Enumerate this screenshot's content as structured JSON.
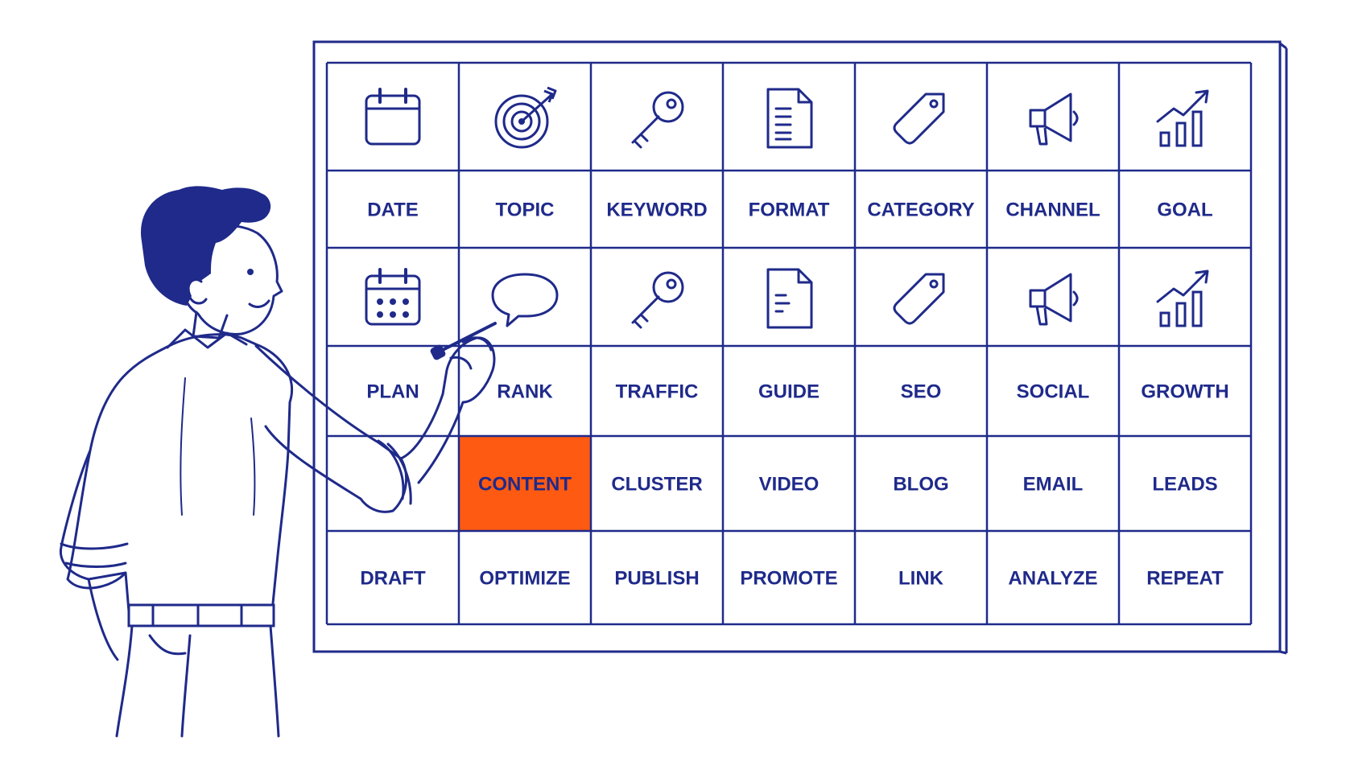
{
  "colors": {
    "ink": "#1f2a8a",
    "highlight": "#ff5a12",
    "background": "#ffffff"
  },
  "board": {
    "rows": [
      {
        "kind": "icons",
        "cells": [
          {
            "icon": "calendar-icon"
          },
          {
            "icon": "target-icon"
          },
          {
            "icon": "key-icon"
          },
          {
            "icon": "document-icon"
          },
          {
            "icon": "tag-icon"
          },
          {
            "icon": "megaphone-icon"
          },
          {
            "icon": "growth-chart-icon"
          }
        ]
      },
      {
        "kind": "labels",
        "cells": [
          {
            "label": "DATE"
          },
          {
            "label": "TOPIC"
          },
          {
            "label": "KEYWORD"
          },
          {
            "label": "FORMAT"
          },
          {
            "label": "CATEGORY"
          },
          {
            "label": "CHANNEL"
          },
          {
            "label": "GOAL"
          }
        ]
      },
      {
        "kind": "icons",
        "cells": [
          {
            "icon": "calendar-grid-icon"
          },
          {
            "icon": "speech-bubble-icon"
          },
          {
            "icon": "key-icon"
          },
          {
            "icon": "document-icon"
          },
          {
            "icon": "tag-icon"
          },
          {
            "icon": "megaphone-icon"
          },
          {
            "icon": "growth-chart-icon"
          }
        ]
      },
      {
        "kind": "labels",
        "cells": [
          {
            "label": "PLAN"
          },
          {
            "label": "RANK"
          },
          {
            "label": "TRAFFIC"
          },
          {
            "label": "GUIDE"
          },
          {
            "label": "SEO"
          },
          {
            "label": "SOCIAL"
          },
          {
            "label": "GROWTH"
          }
        ]
      },
      {
        "kind": "labels",
        "cells": [
          {
            "label": ""
          },
          {
            "label": "CONTENT",
            "highlight": true
          },
          {
            "label": "CLUSTER"
          },
          {
            "label": "VIDEO"
          },
          {
            "label": "BLOG"
          },
          {
            "label": "EMAIL"
          },
          {
            "label": "LEADS"
          }
        ]
      },
      {
        "kind": "labels",
        "cells": [
          {
            "label": "DRAFT"
          },
          {
            "label": "OPTIMIZE"
          },
          {
            "label": "PUBLISH"
          },
          {
            "label": "PROMOTE"
          },
          {
            "label": "LINK"
          },
          {
            "label": "ANALYZE"
          },
          {
            "label": "REPEAT"
          }
        ]
      }
    ]
  },
  "figure": {
    "icon": "man-with-marker-icon"
  }
}
